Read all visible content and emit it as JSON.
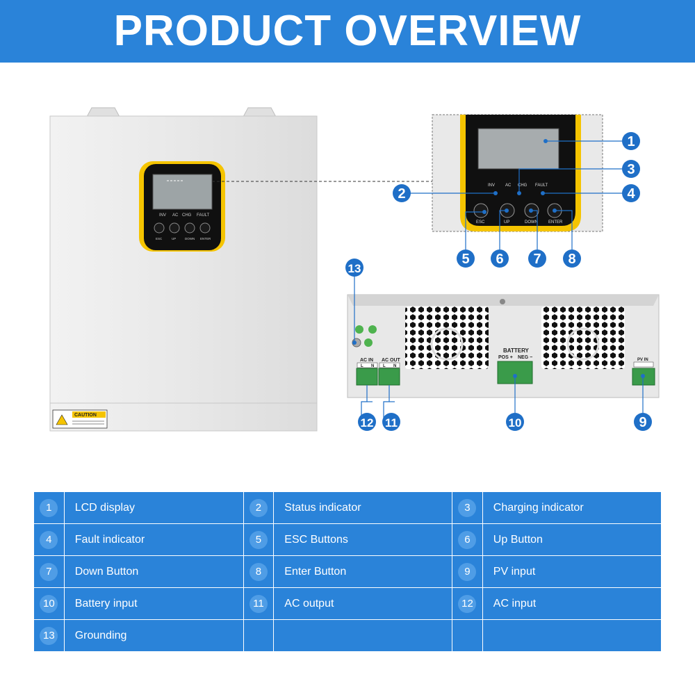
{
  "header": {
    "title": "PRODUCT OVERVIEW"
  },
  "device": {
    "caution_label": "CAUTION",
    "lcd_indicators": [
      "INV",
      "AC",
      "CHG",
      "FAULT"
    ],
    "buttons": [
      "ESC",
      "UP",
      "DOWN",
      "ENTER"
    ]
  },
  "bottom_panel": {
    "ac_in": "AC IN",
    "ac_out": "AC OUT",
    "battery": "BATTERY",
    "pos": "POS +",
    "neg": "NEG −",
    "pv_in": "PV IN",
    "l": "L",
    "n": "N"
  },
  "callouts": [
    "1",
    "2",
    "3",
    "4",
    "5",
    "6",
    "7",
    "8",
    "9",
    "10",
    "11",
    "12",
    "13"
  ],
  "colors": {
    "accent": "#2a83d9",
    "callout": "#1f6fc7",
    "bezel": "#f5c400"
  },
  "legend": {
    "rows": [
      [
        {
          "num": "1",
          "label": "LCD display"
        },
        {
          "num": "2",
          "label": "Status indicator"
        },
        {
          "num": "3",
          "label": "Charging indicator"
        }
      ],
      [
        {
          "num": "4",
          "label": "Fault indicator"
        },
        {
          "num": "5",
          "label": "ESC Buttons"
        },
        {
          "num": "6",
          "label": "Up Button"
        }
      ],
      [
        {
          "num": "7",
          "label": "Down Button"
        },
        {
          "num": "8",
          "label": "Enter Button"
        },
        {
          "num": "9",
          "label": "PV input"
        }
      ],
      [
        {
          "num": "10",
          "label": "Battery input"
        },
        {
          "num": "11",
          "label": "AC output"
        },
        {
          "num": "12",
          "label": "AC input"
        }
      ],
      [
        {
          "num": "13",
          "label": "Grounding"
        },
        {
          "num": "",
          "label": ""
        },
        {
          "num": "",
          "label": ""
        }
      ]
    ]
  }
}
